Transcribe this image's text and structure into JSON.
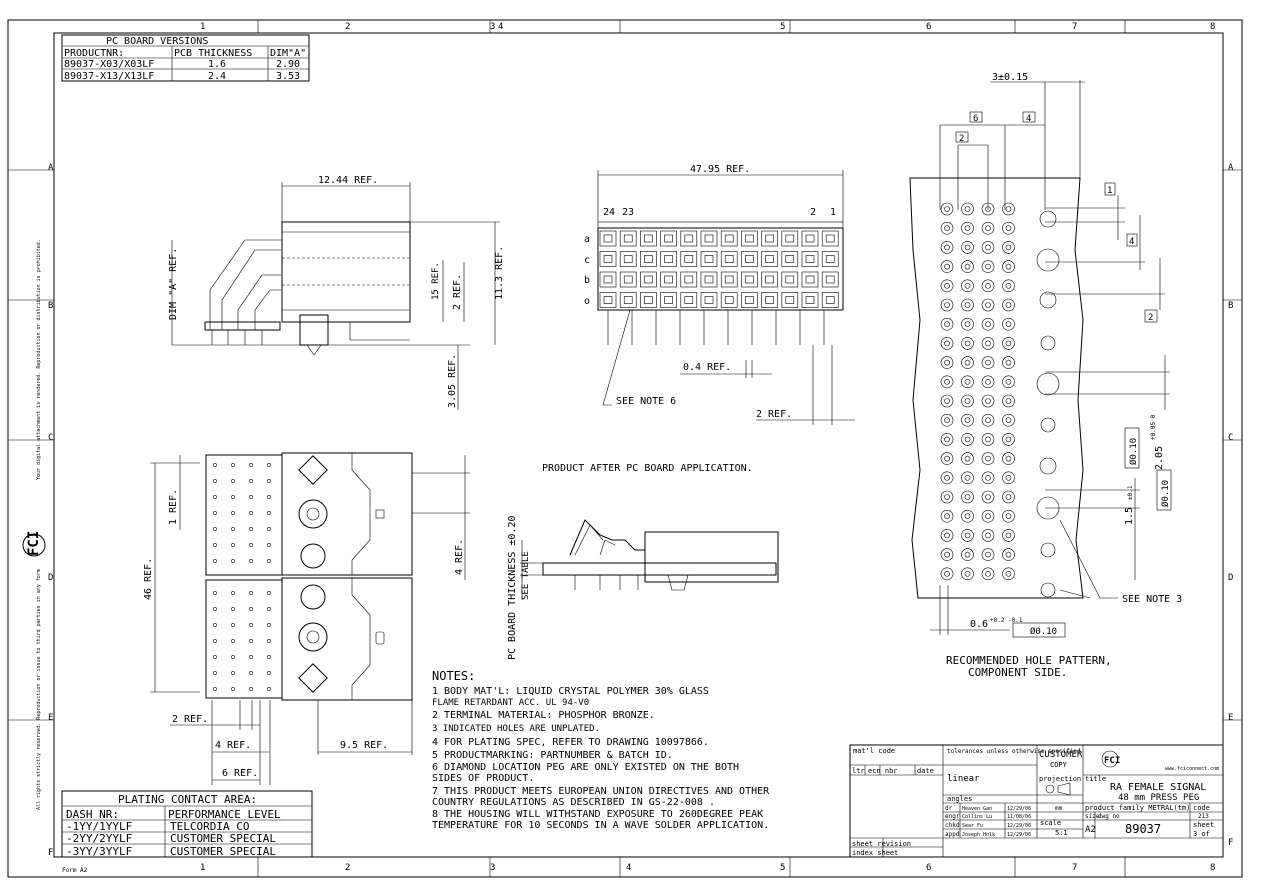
{
  "border": {
    "cols": [
      "1",
      "2",
      "3",
      "4",
      "5",
      "6",
      "7",
      "8"
    ],
    "rows": [
      "A",
      "B",
      "C",
      "D",
      "E",
      "F"
    ]
  },
  "pcb_table": {
    "title": "PC BOARD VERSIONS",
    "headers": [
      "PRODUCTNR:",
      "PCB THICKNESS",
      "DIM\"A\""
    ],
    "rows": [
      [
        "89037-X03/X03LF",
        "1.6",
        "2.90"
      ],
      [
        "89037-X13/X13LF",
        "2.4",
        "3.53"
      ]
    ]
  },
  "plating_table": {
    "title": "PLATING CONTACT AREA:",
    "headers": [
      "DASH NR:",
      "PERFORMANCE LEVEL"
    ],
    "rows": [
      [
        "-1YY/1YYLF",
        "TELCORDIA CO"
      ],
      [
        "-2YY/2YYLF",
        "CUSTOMER SPECIAL"
      ],
      [
        "-3YY/3YYLF",
        "CUSTOMER SPECIAL"
      ]
    ]
  },
  "dims": {
    "d1244": "12.44 REF.",
    "d4795": "47.95 REF.",
    "d3015": "3±0.15",
    "dimA": "DIM \"A\" REF.",
    "d15": "15 REF.",
    "d2ref": "2 REF.",
    "d113": "11.3 REF.",
    "d305": "3.05 REF.",
    "d04": "0.4 REF.",
    "d2ref2": "2 REF.",
    "d1ref": "1 REF.",
    "d46": "46 REF.",
    "d4ref": "4 REF.",
    "d2ref3": "2 REF.",
    "d4ref2": "4 REF.",
    "d95": "9.5 REF.",
    "d6": "6 REF.",
    "d06": "0.6",
    "d06tol": "+0.2 -0.1",
    "d205": "2.05",
    "d205tol": "+0.05 0",
    "d15b": "1.5",
    "d15btol": "±0.1",
    "pcbthick": "PC BOARD THICKNESS ±0.20",
    "seetable": "SEE TABLE",
    "tol010": "Ø0.10",
    "box6": "6",
    "box4": "4",
    "box2": "2",
    "box1": "1",
    "box4b": "4",
    "box2b": "2"
  },
  "labels": {
    "pin24": "24",
    "pin23": "23",
    "pin2": "2",
    "pin1": "1",
    "rowa": "a",
    "rowc": "c",
    "rowb": "b",
    "rowo": "o",
    "see_note6": "SEE NOTE 6",
    "see_note3": "SEE NOTE 3",
    "product_after": "PRODUCT AFTER PC BOARD APPLICATION.",
    "hole_pattern_1": "RECOMMENDED HOLE PATTERN,",
    "hole_pattern_2": "COMPONENT SIDE."
  },
  "notes": {
    "title": "NOTES:",
    "lines": [
      "1 BODY MAT'L: LIQUID CRYSTAL POLYMER 30% GLASS",
      "  FLAME RETARDANT ACC. UL 94-V0",
      "2 TERMINAL MATERIAL: PHOSPHOR BRONZE.",
      "3 INDICATED HOLES ARE UNPLATED.",
      "4 FOR PLATING SPEC, REFER TO DRAWING 10097866.",
      "5 PRODUCTMARKING: PARTNUMBER & BATCH ID.",
      "6 DIAMOND LOCATION PEG ARE ONLY EXISTED ON THE BOTH",
      "  SIDES OF PRODUCT.",
      "7 THIS PRODUCT MEETS EUROPEAN UNION DIRECTIVES AND OTHER",
      "  COUNTRY REGULATIONS AS DESCRIBED IN GS-22-008 .",
      "8 THE HOUSING WILL WITHSTAND EXPOSURE TO 260DEGREE PEAK",
      "  TEMPERATURE FOR 10 SECONDS IN A WAVE SOLDER APPLICATION."
    ]
  },
  "title_block": {
    "matl_code": "mat'l code",
    "tolerances": "tolerances unless otherwise specified",
    "customer": "CUSTOMER",
    "copy": "COPY",
    "ltr": "ltr",
    "ecn": "ecn nbr",
    "date": "date",
    "linear": "linear",
    "angles": "angles",
    "projection": "projection",
    "title_lbl": "title",
    "title1": "RA FEMALE SIGNAL",
    "title2": "48 mm PRESS PEG",
    "family": "product family METRAL(tm)",
    "code": "code",
    "code_val": "213",
    "size": "size",
    "dwg": "dwg no",
    "size_val": "A2",
    "dwg_val": "89037",
    "sheet": "sheet",
    "sheet_val": "3 of",
    "scale": "scale",
    "scale_val": "5:1",
    "mm": "mm",
    "dr": "dr",
    "engr": "engr",
    "chkd": "chkd",
    "appd": "appd",
    "dr_name": "Heaven Gan",
    "dr_date": "12/29/06",
    "engr_name": "Collins Lu",
    "engr_date": "11/08/06",
    "chkd_name": "Sear Fu",
    "chkd_date": "12/29/06",
    "appd_name": "Joseph Holk",
    "appd_date": "12/29/06",
    "sheet_revision": "sheet revision",
    "index_sheet": "index sheet",
    "website": "www.fciconnect.com",
    "form": "Form A2",
    "logo": "FCI"
  },
  "side_text": {
    "left_top": "Your digital attachment is rendered. Reproduction or distribution is prohibited.",
    "left_bottom": "All rights strictly reserved. Reproduction or issue to third parties in any form"
  }
}
